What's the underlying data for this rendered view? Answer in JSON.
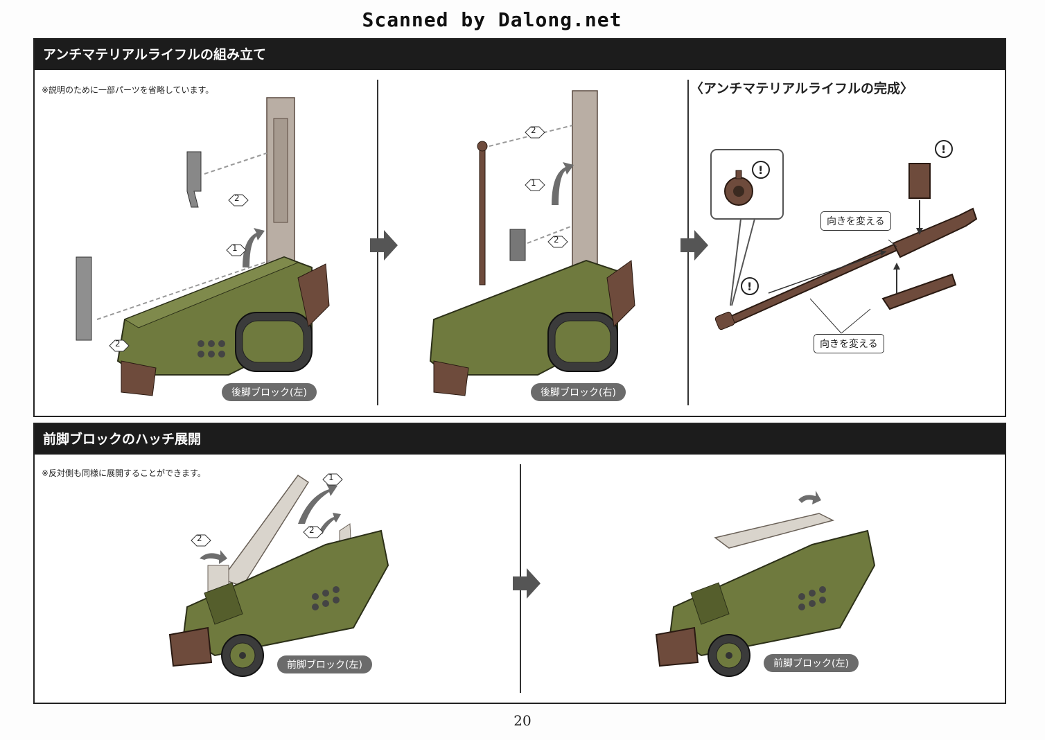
{
  "watermark": "Scanned by Dalong.net",
  "section1": {
    "title": "アンチマテリアルライフルの組み立て",
    "note": "※説明のために一部パーツを省略しています。",
    "step1_caption": "後脚ブロック(左)",
    "step2_caption": "後脚ブロック(右)",
    "complete_title": "〈アンチマテリアルライフルの完成〉",
    "callout_top": "向きを変える",
    "callout_bottom": "向きを変える",
    "num1": "1",
    "num2": "2"
  },
  "section2": {
    "title": "前脚ブロックのハッチ展開",
    "note": "※反対側も同様に展開することができます。",
    "step1_caption": "前脚ブロック(左)",
    "step2_caption": "前脚ブロック(左)"
  },
  "page_number": "20",
  "colors": {
    "olive": "#6f7a3e",
    "olive_dark": "#555e2c",
    "brown": "#6e4b3c",
    "header": "#1c1c1c",
    "caption": "#6b6b6b",
    "translucent": "#d9d4cc"
  }
}
